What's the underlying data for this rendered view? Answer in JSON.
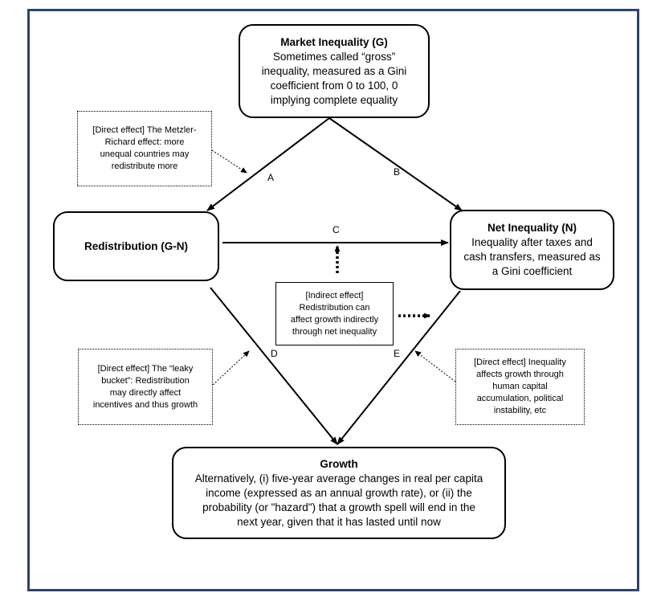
{
  "nodes": {
    "market": {
      "title": "Market Inequality (G)",
      "lines": [
        "Sometimes called “gross”",
        "inequality, measured as a Gini",
        "coefficient from 0 to 100, 0",
        "implying complete equality"
      ]
    },
    "redistribution": {
      "title": "Redistribution (G-N)"
    },
    "net": {
      "title": "Net Inequality (N)",
      "lines": [
        "Inequality after taxes and",
        "cash transfers, measured as",
        "a Gini coefficient"
      ]
    },
    "growth": {
      "title": "Growth",
      "lines": [
        "Alternatively, (i) five-year average changes in real per capita",
        "income (expressed as an annual growth rate), or (ii)  the",
        "probability (or \"hazard\") that a growth spell will end in the",
        "next year, given that it has lasted until now"
      ]
    }
  },
  "notes": {
    "metzler": [
      "[Direct effect] The Metzler-",
      "Richard effect: more",
      "unequal countries may",
      "redistribute more"
    ],
    "indirect": [
      "[Indirect effect]",
      "Redistribution can",
      "affect growth indirectly",
      "through net inequality"
    ],
    "leaky": [
      "[Direct effect] The “leaky",
      "bucket”: Redistribution",
      "may directly affect",
      "incentives and thus growth"
    ],
    "human": [
      "[Direct effect] Inequality",
      "affects growth through",
      "human capital",
      "accumulation, political",
      "instability, etc"
    ]
  },
  "edge_labels": {
    "a": "A",
    "b": "B",
    "c": "C",
    "d": "D",
    "e": "E"
  }
}
